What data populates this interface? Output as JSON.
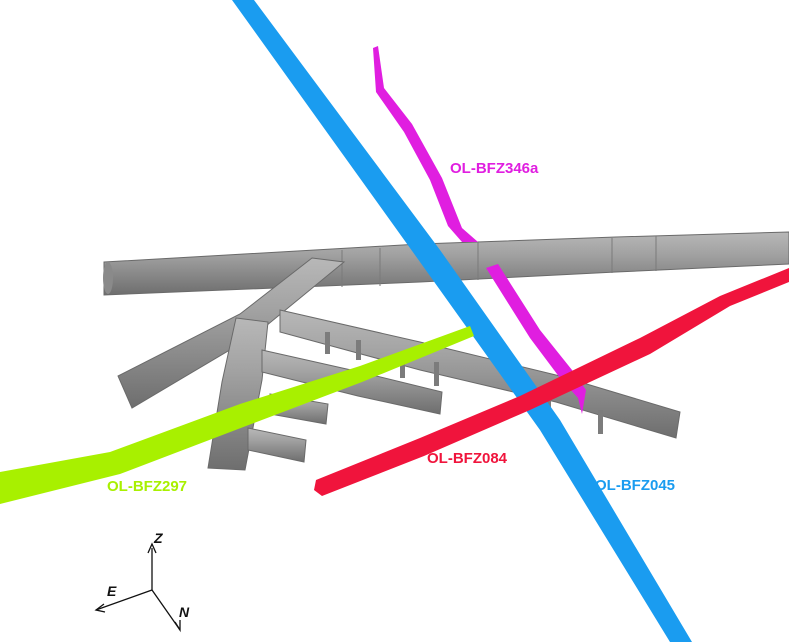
{
  "zones": [
    {
      "id": "bfz045",
      "label": "OL-BFZ045",
      "color": "#1a9cf0"
    },
    {
      "id": "bfz346a",
      "label": "OL-BFZ346a",
      "color": "#e01ee0"
    },
    {
      "id": "bfz084",
      "label": "OL-BFZ084",
      "color": "#f0143c"
    },
    {
      "id": "bfz297",
      "label": "OL-BFZ297",
      "color": "#a8f000"
    }
  ],
  "tunnel_color": "#9a9a9a",
  "axes": {
    "z": "Z",
    "e": "E",
    "n": "N"
  }
}
